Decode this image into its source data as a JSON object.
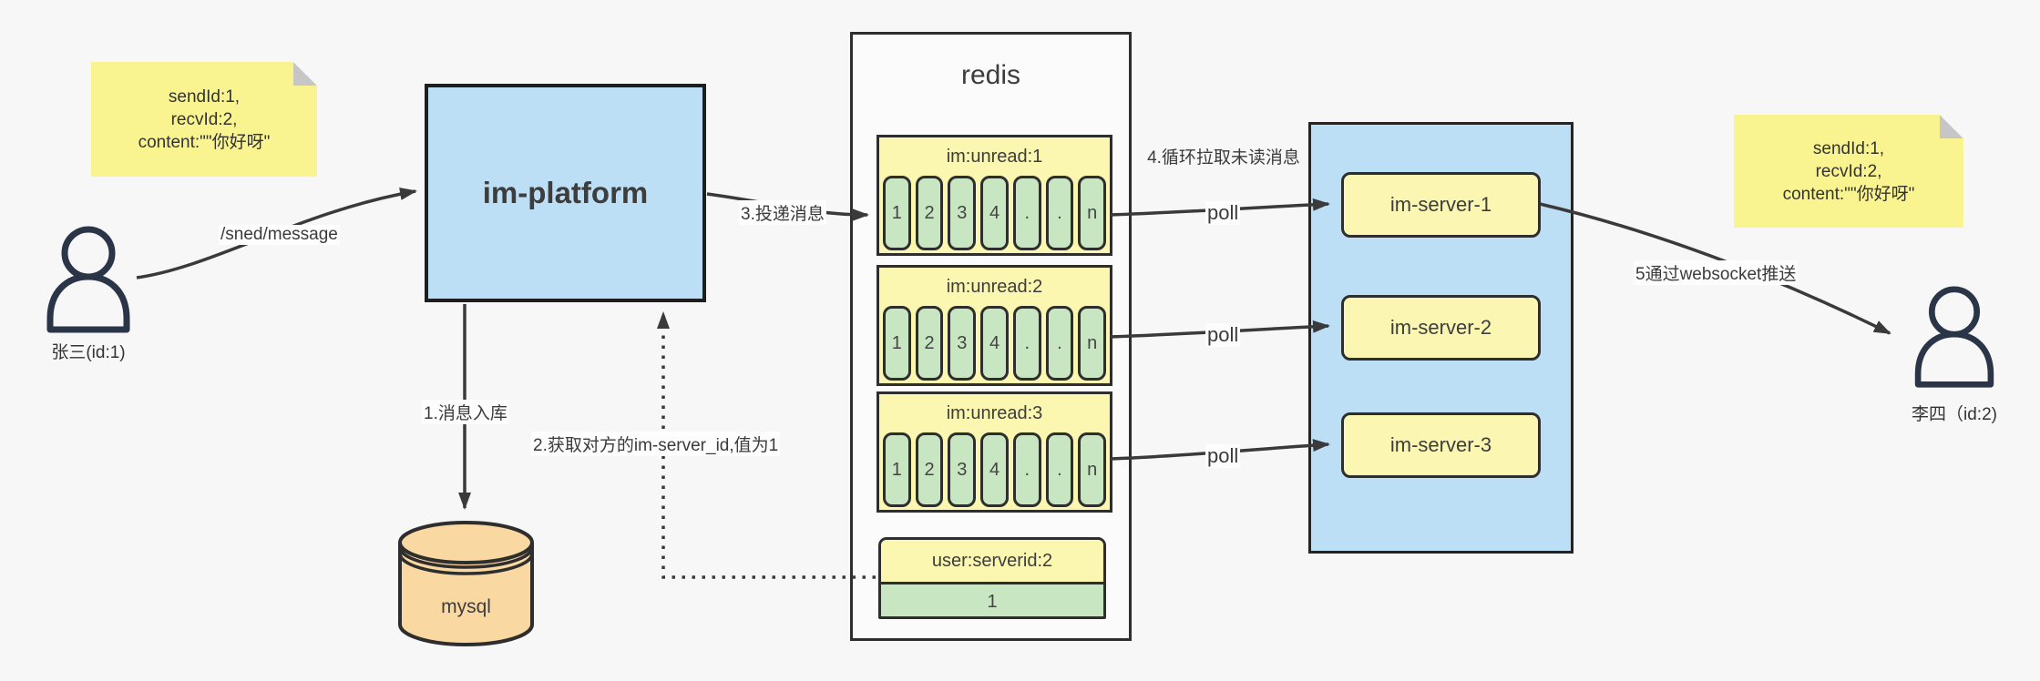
{
  "diagram": {
    "background": "#f7f7f7",
    "notes": {
      "left": {
        "lines": [
          "sendId:1,",
          "recvId:2,",
          "content:\"\"你好呀\""
        ]
      },
      "right": {
        "lines": [
          "sendId:1,",
          "recvId:2,",
          "content:\"\"你好呀\""
        ]
      }
    },
    "actors": {
      "sender": {
        "label": "张三(id:1)"
      },
      "receiver": {
        "label": "李四（id:2)"
      }
    },
    "platform": {
      "label": "im-platform"
    },
    "database": {
      "label": "mysql"
    },
    "redis": {
      "title": "redis",
      "lists": [
        {
          "header": "im:unread:1",
          "cells": [
            "1",
            "2",
            "3",
            "4",
            ".",
            ".",
            "n"
          ]
        },
        {
          "header": "im:unread:2",
          "cells": [
            "1",
            "2",
            "3",
            "4",
            ".",
            ".",
            "n"
          ]
        },
        {
          "header": "im:unread:3",
          "cells": [
            "1",
            "2",
            "3",
            "4",
            ".",
            ".",
            "n"
          ]
        }
      ],
      "kv": {
        "header": "user:serverid:2",
        "value": "1"
      }
    },
    "cluster": {
      "servers": [
        {
          "label": "im-server-1"
        },
        {
          "label": "im-server-2"
        },
        {
          "label": "im-server-3"
        }
      ]
    },
    "edge_labels": {
      "send": "/sned/message",
      "step1": "1.消息入库",
      "step2": "2.获取对方的im-server_id,值为1",
      "step3": "3.投递消息",
      "step4": "4.循环拉取未读消息",
      "step5": "5通过websocket推送",
      "poll1": "poll",
      "poll2": "poll",
      "poll3": "poll"
    },
    "colors": {
      "box_blue": "#bddff5",
      "note_yellow": "#faf490",
      "header_yellow": "#fbf7b0",
      "cell_green": "#c9e6c3",
      "db_orange": "#fad8a2",
      "line_dark": "#3a3a3a"
    }
  }
}
